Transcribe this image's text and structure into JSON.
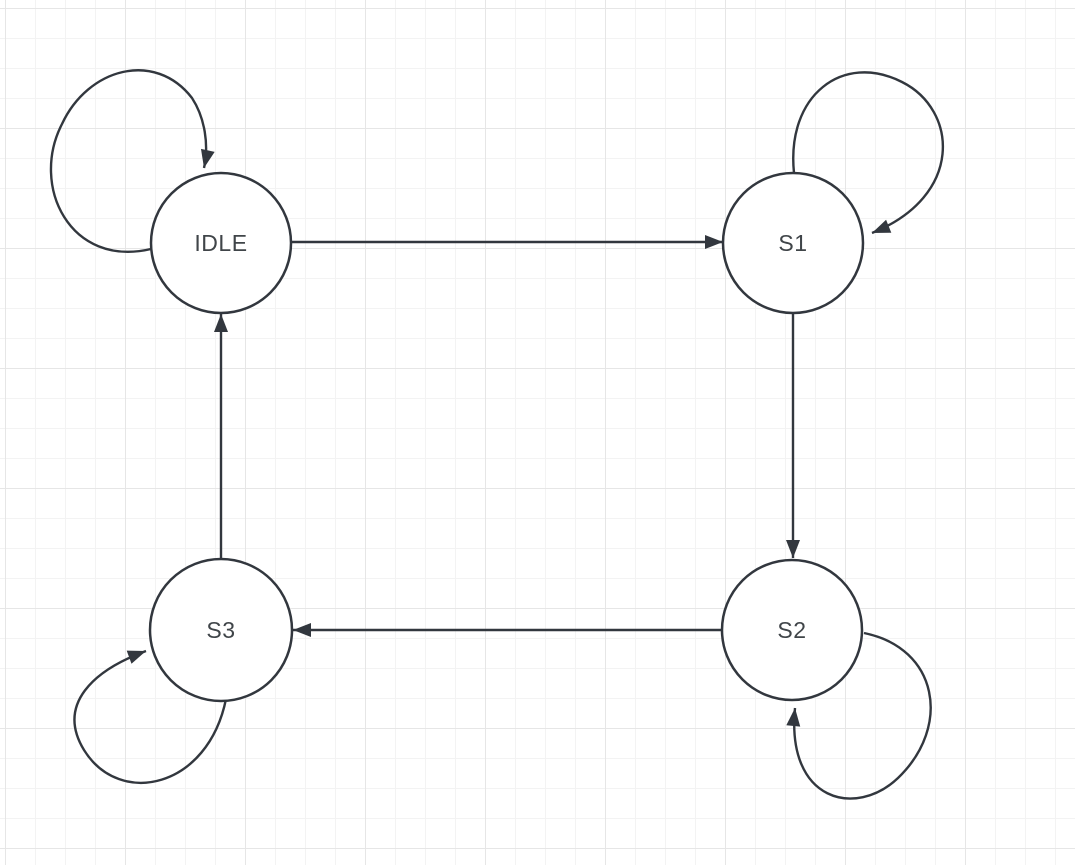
{
  "diagram": {
    "type": "state-machine",
    "colors": {
      "stroke": "#32373e",
      "node_fill": "#ffffff",
      "label": "#404549",
      "background": "#ffffff",
      "grid_minor": "#f3f3f3",
      "grid_major": "#e6e6e6"
    },
    "nodes": [
      {
        "id": "idle",
        "label": "IDLE"
      },
      {
        "id": "s1",
        "label": "S1"
      },
      {
        "id": "s2",
        "label": "S2"
      },
      {
        "id": "s3",
        "label": "S3"
      }
    ],
    "transitions": [
      {
        "from": "IDLE",
        "to": "S1",
        "self_loop": false
      },
      {
        "from": "S1",
        "to": "S2",
        "self_loop": false
      },
      {
        "from": "S2",
        "to": "S3",
        "self_loop": false
      },
      {
        "from": "S3",
        "to": "IDLE",
        "self_loop": false
      },
      {
        "from": "IDLE",
        "to": "IDLE",
        "self_loop": true
      },
      {
        "from": "S1",
        "to": "S1",
        "self_loop": true
      },
      {
        "from": "S2",
        "to": "S2",
        "self_loop": true
      },
      {
        "from": "S3",
        "to": "S3",
        "self_loop": true
      }
    ]
  }
}
